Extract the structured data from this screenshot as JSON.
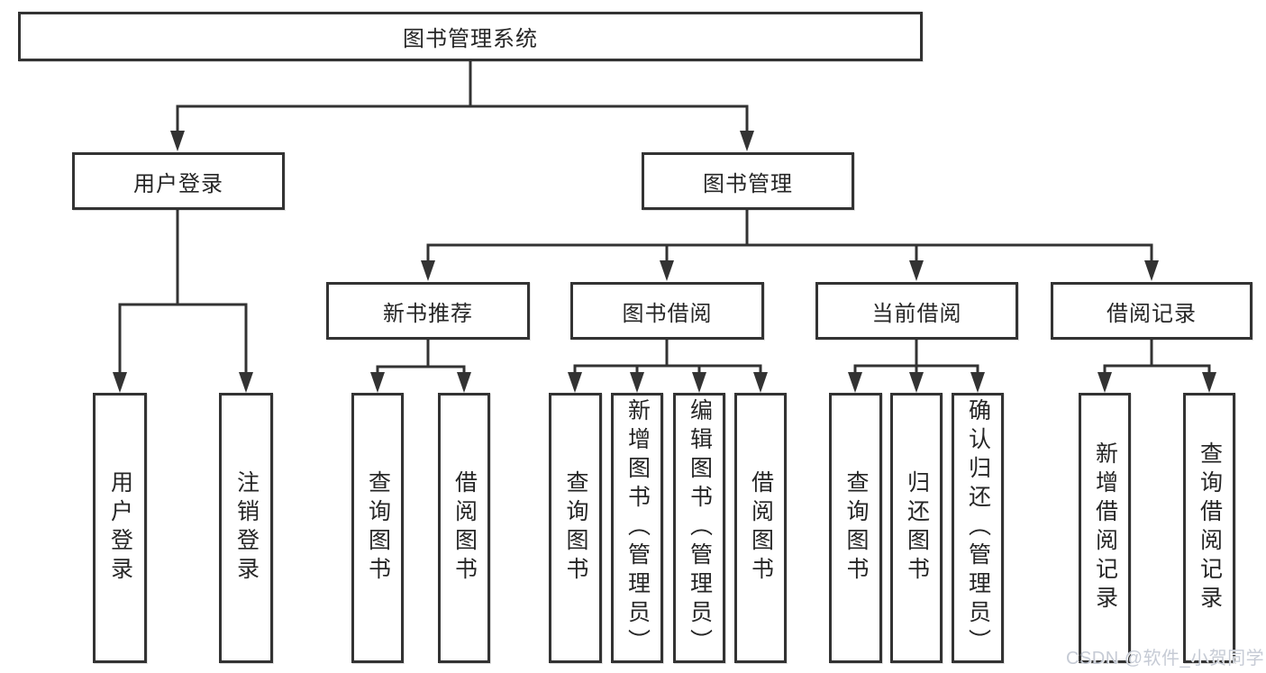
{
  "diagram": {
    "type": "tree",
    "root": {
      "label": "图书管理系统",
      "children": [
        {
          "label": "用户登录",
          "children": [
            {
              "label": "用户登录"
            },
            {
              "label": "注销登录"
            }
          ]
        },
        {
          "label": "图书管理",
          "children": [
            {
              "label": "新书推荐",
              "children": [
                {
                  "label": "查询图书"
                },
                {
                  "label": "借阅图书"
                }
              ]
            },
            {
              "label": "图书借阅",
              "children": [
                {
                  "label": "查询图书"
                },
                {
                  "label": "新增图书（管理员）"
                },
                {
                  "label": "编辑图书（管理员）"
                },
                {
                  "label": "借阅图书"
                }
              ]
            },
            {
              "label": "当前借阅",
              "children": [
                {
                  "label": "查询图书"
                },
                {
                  "label": "归还图书"
                },
                {
                  "label": "确认归还（管理员）"
                }
              ]
            },
            {
              "label": "借阅记录",
              "children": [
                {
                  "label": "新增借阅记录"
                },
                {
                  "label": "查询借阅记录"
                }
              ]
            }
          ]
        }
      ]
    }
  },
  "watermark": {
    "text": "CSDN @软件_小贺同学"
  },
  "colors": {
    "line": "#333333",
    "box_border": "#333333",
    "text": "#262626",
    "watermark": "#c6cbd5",
    "background": "#ffffff"
  }
}
